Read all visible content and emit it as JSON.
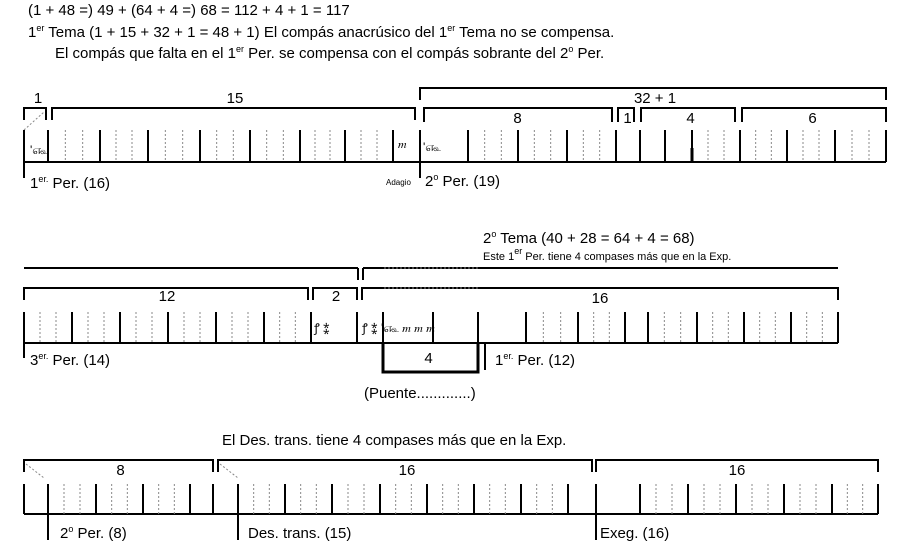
{
  "header": {
    "line1": "(1 + 48 =) 49 + (64 + 4 =) 68 = 112 + 4 + 1 = 117",
    "line2_pre": "1",
    "line2_sup1": "er",
    "line2_mid": " Tema (1 + 15 + 32 + 1 = 48 + 1) El compás anacrúsico del 1",
    "line2_sup2": "er",
    "line2_post": " Tema no se compensa.",
    "line3_pre": "El compás que falta en el 1",
    "line3_sup1": "er",
    "line3_mid": " Per. se compensa con el compás sobrante del 2",
    "line3_sup2": "o",
    "line3_post": " Per."
  },
  "row1": {
    "bracket_1": "1",
    "bracket_15": "15",
    "bracket_32": "32 + 1",
    "bracket_8": "8",
    "bracket_1b": "1",
    "bracket_4": "4",
    "bracket_6": "6",
    "label_per1_pre": "1",
    "label_per1_sup": "er.",
    "label_per1_post": " Per. (16)",
    "label_adagio": "Adagio",
    "label_per2_pre": "2",
    "label_per2_sup": "o",
    "label_per2_post": " Per. (19)"
  },
  "row2": {
    "tema2_pre": "2",
    "tema2_sup": "o",
    "tema2_post": " Tema (40 + 28 = 64 + 4 = 68)",
    "note_pre": "Este 1",
    "note_sup": "er",
    "note_post": " Per. tiene 4 compases más que en la Exp.",
    "bracket_12": "12",
    "bracket_2": "2",
    "bracket_16": "16",
    "puente_num": "4",
    "label_per3_pre": "3",
    "label_per3_sup": "er.",
    "label_per3_post": " Per. (14)",
    "label_per1_pre": "1",
    "label_per1_sup": "er.",
    "label_per1_post": " Per. (12)",
    "puente": "(Puente.............)"
  },
  "row3": {
    "title": "El Des. trans. tiene 4 compases más que en la Exp.",
    "bracket_8": "8",
    "bracket_16a": "16",
    "bracket_16b": "16",
    "label_per2_pre": "2",
    "label_per2_sup": "o",
    "label_per2_post": " Per. (8)",
    "label_des": "Des. trans. (15)",
    "label_exeg": "Exeg. (16)"
  }
}
